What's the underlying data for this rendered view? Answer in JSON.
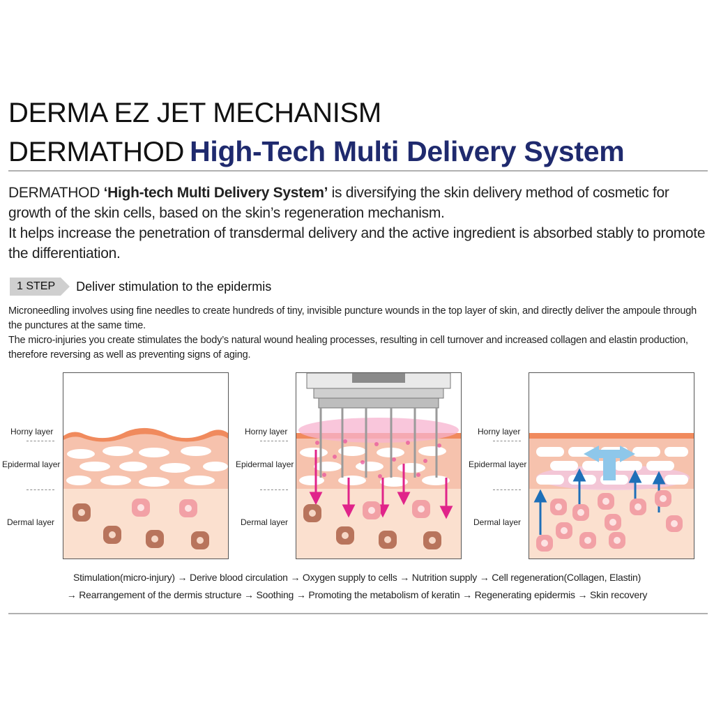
{
  "header": {
    "title_line1": "DERMA EZ JET MECHANISM",
    "title_line2_prefix": "DERMATHOD",
    "title_line2_accent": "High-Tech Multi Delivery System"
  },
  "intro": {
    "prefix": "DERMATHOD ",
    "bold": "‘High-tech Multi Delivery System’",
    "line1_rest": " is diversifying the skin delivery method of cosmetic for growth of the skin cells, based on the skin’s regeneration mechanism.",
    "line2": "It helps increase the penetration of transdermal delivery and the active ingredient is absorbed stably to promote the differentiation."
  },
  "step": {
    "badge": "1 STEP",
    "title": "Deliver stimulation to the epidermis",
    "para1": "Microneedling involves using fine needles to create hundreds of tiny, invisible puncture wounds in the top layer of skin, and directly deliver the ampoule through the punctures at the same time.",
    "para2": "The micro-injuries you create stimulates the body’s natural wound healing processes, resulting in cell turnover and increased collagen and elastin production, therefore reversing as well as preventing signs of aging."
  },
  "layers": {
    "horny": "Horny layer",
    "epidermal": "Epidermal layer",
    "dermal": "Dermal layer"
  },
  "flow": {
    "line1": "Stimulation(micro-injury) → Derive blood circulation → Oxygen supply to cells → Nutrition supply → Cell regeneration(Collagen, Elastin)",
    "line2": "→ Rearrangement of the dermis structure → Soothing → Promoting the metabolism of keratin → Regenerating epidermis → Skin recovery"
  },
  "colors": {
    "accent": "#1f2a6e",
    "horny": "#f08a5d",
    "epidermis": "#f6c2ad",
    "dermis": "#fbe0cf",
    "needle_arrow": "#e0248a",
    "regen_arrow": "#1e6fb8"
  }
}
